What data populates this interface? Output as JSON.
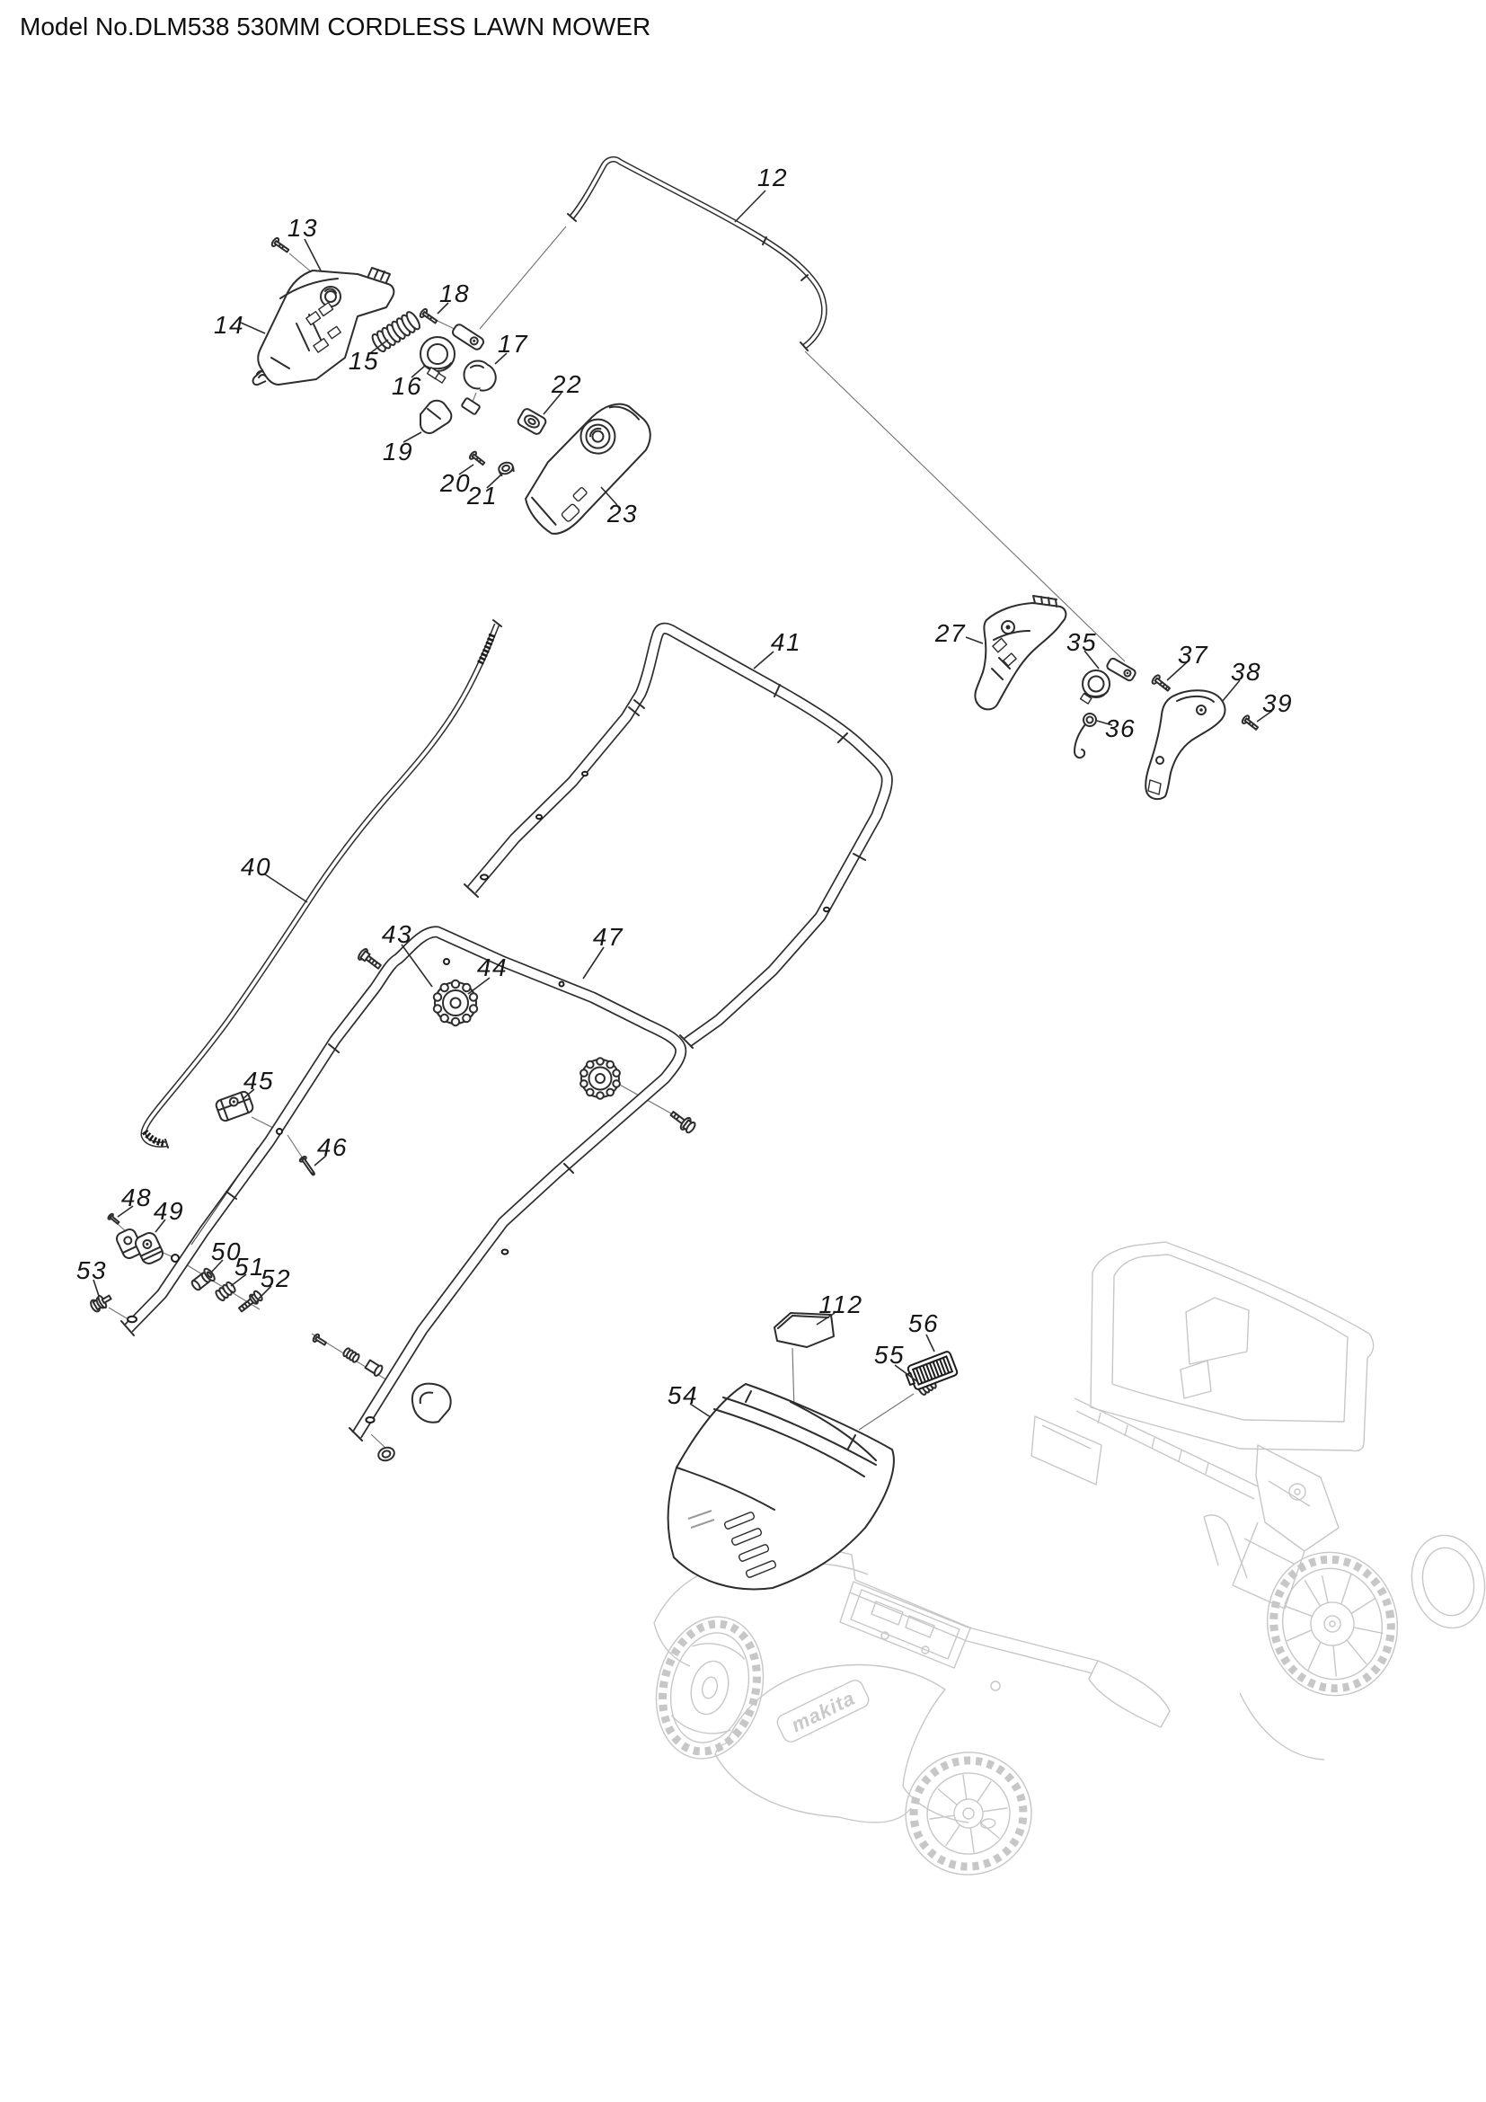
{
  "title": "Model No.DLM538 530MM CORDLESS LAWN MOWER",
  "diagram": {
    "part_labels": {
      "p12": "12",
      "p13": "13",
      "p14": "14",
      "p15": "15",
      "p16": "16",
      "p17": "17",
      "p18": "18",
      "p19": "19",
      "p20": "20",
      "p21": "21",
      "p22": "22",
      "p23": "23",
      "p27": "27",
      "p35": "35",
      "p36": "36",
      "p37": "37",
      "p38": "38",
      "p39": "39",
      "p40": "40",
      "p41": "41",
      "p43": "43",
      "p44": "44",
      "p45": "45",
      "p46": "46",
      "p47": "47",
      "p48": "48",
      "p49": "49",
      "p50": "50",
      "p51": "51",
      "p52": "52",
      "p53": "53",
      "p54": "54",
      "p55": "55",
      "p56": "56",
      "p112": "112"
    },
    "branding": {
      "deck_logo": "makita"
    }
  }
}
